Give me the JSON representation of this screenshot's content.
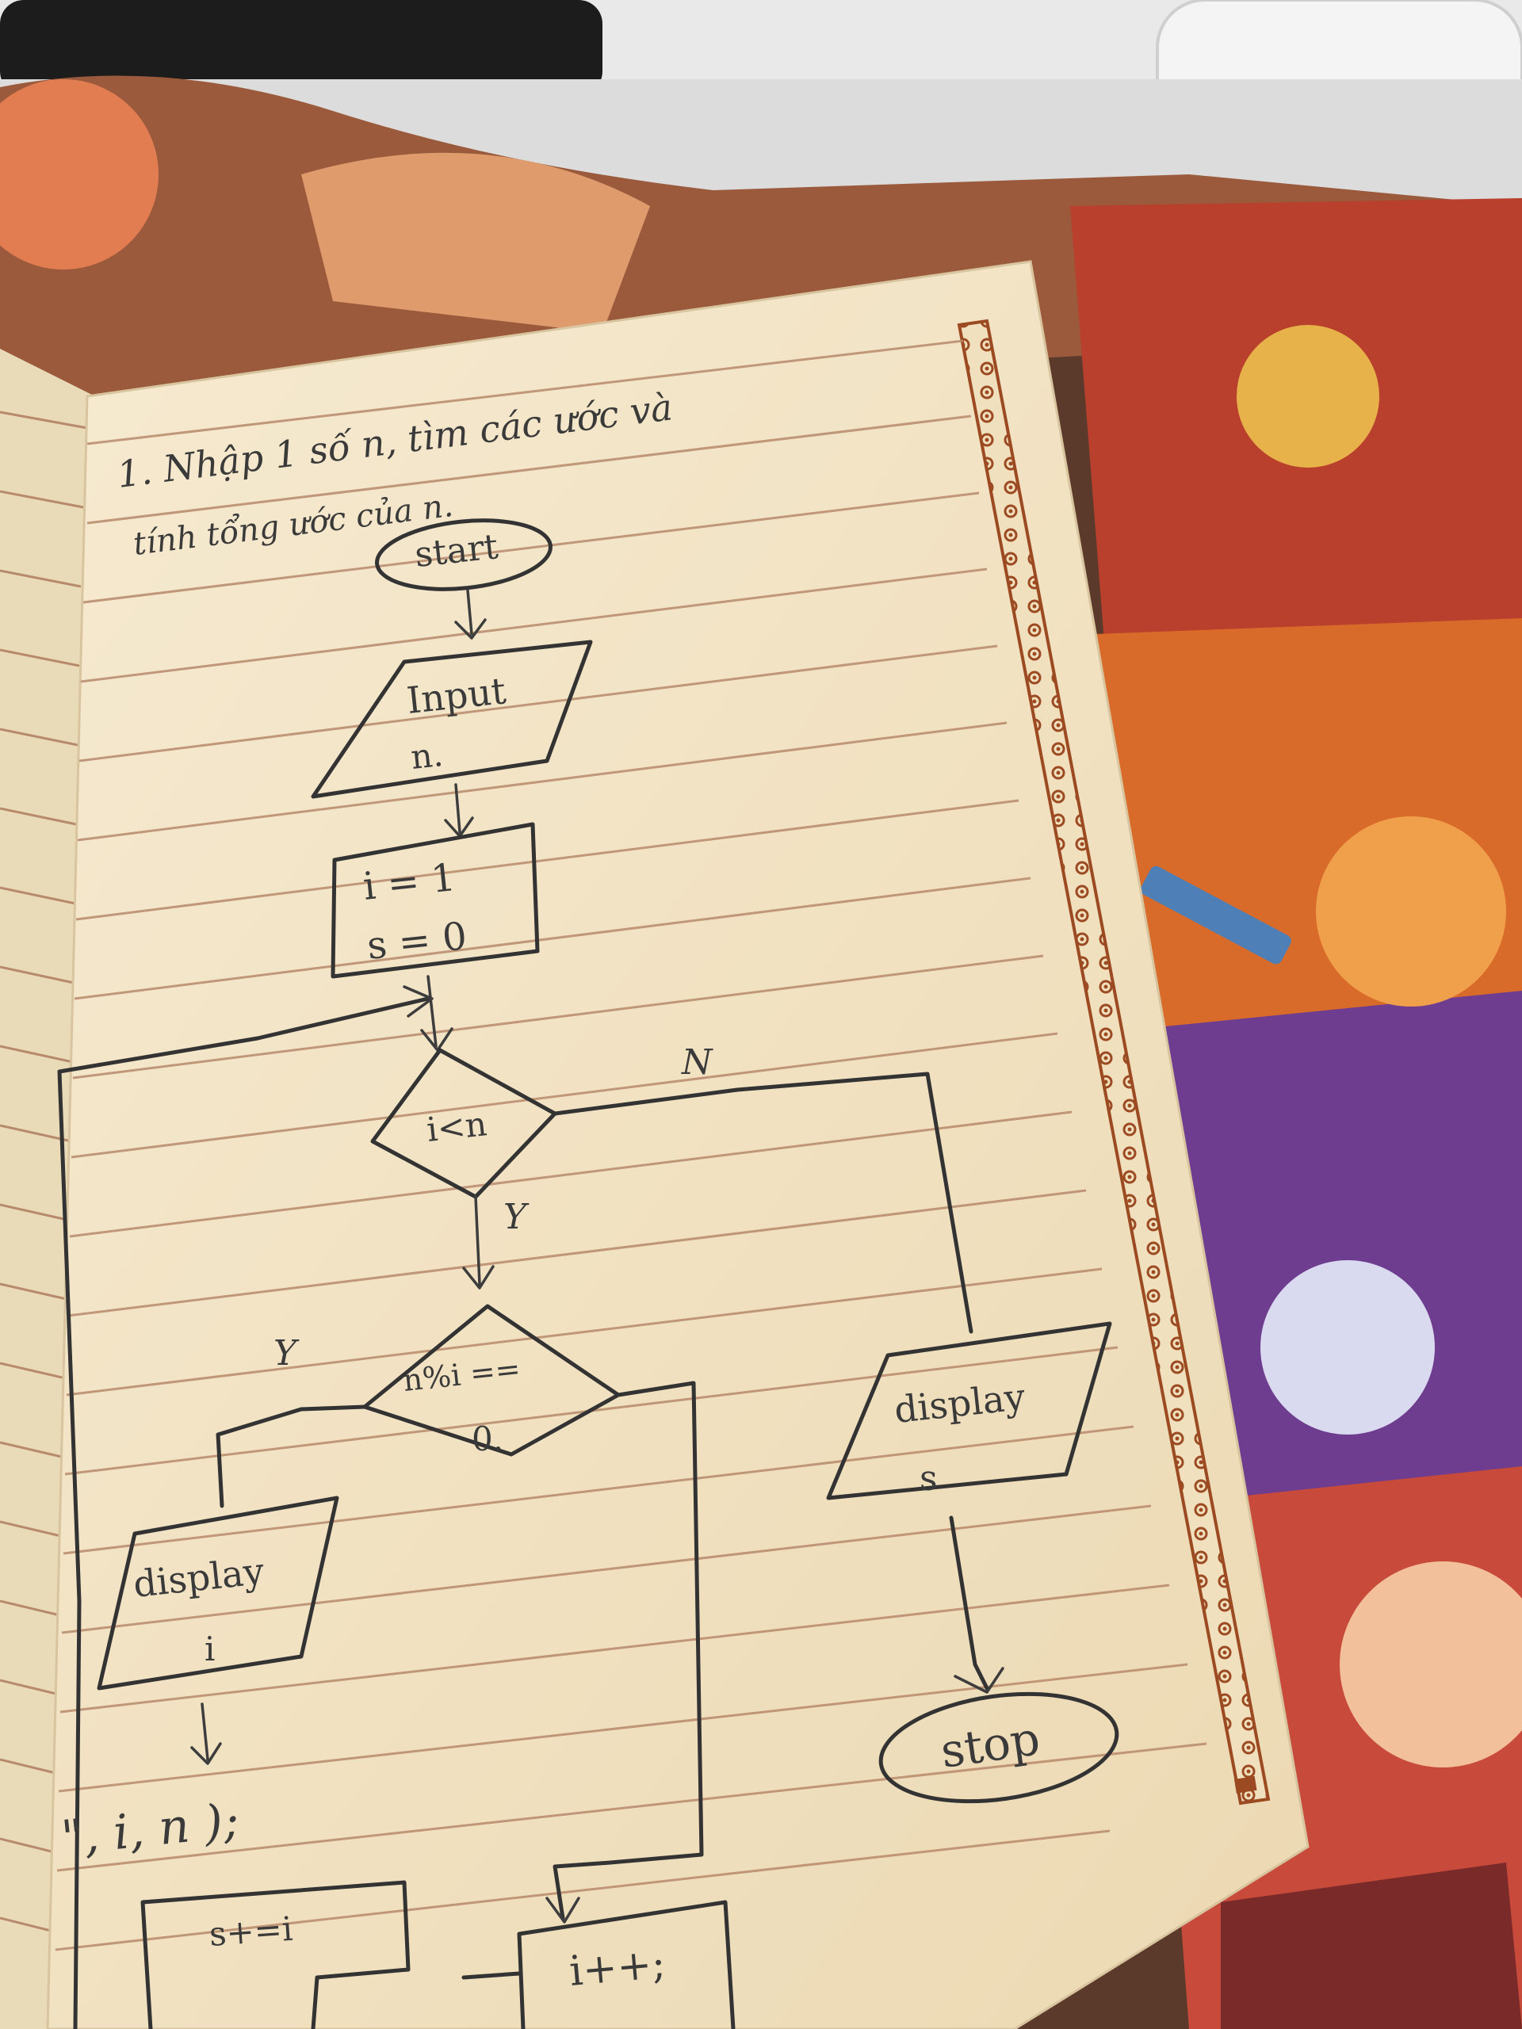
{
  "note": {
    "title_line1": "1. Nhập 1 số n, tìm các ước và",
    "title_line2": "tính tổng ước của n.",
    "fragment_print": "\", i, n );",
    "fragment_sum": "s+=i",
    "fragment_incr": "i++;"
  },
  "flowchart": {
    "start": "start",
    "input_line1": "Input",
    "input_line2": "n.",
    "init_line1": "i = 1",
    "init_line2": "s = 0",
    "loop_condition": "i<n",
    "loop_no": "N",
    "loop_yes": "Y",
    "divisible_line1": "n%i ==",
    "divisible_line2": "0.",
    "divisible_yes": "Y",
    "display_i_line1": "display",
    "display_i_line2": "i",
    "display_s_line1": "display",
    "display_s_line2": "s",
    "stop": "stop"
  },
  "colors": {
    "paper": "#f3e6c6",
    "rule": "#b88a6c",
    "border": "#a0522d",
    "pencil": "#333333"
  }
}
